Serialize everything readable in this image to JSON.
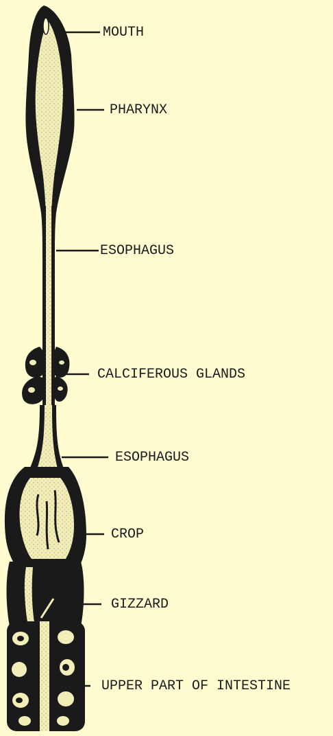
{
  "diagram": {
    "background_color": "#fdfbcf",
    "ink_color": "#1a1a1a",
    "fill_color": "#f3eeb8",
    "labels": [
      {
        "id": "mouth",
        "text": "MOUTH"
      },
      {
        "id": "pharynx",
        "text": "PHARYNX"
      },
      {
        "id": "esophagus-upper",
        "text": "ESOPHAGUS"
      },
      {
        "id": "calciferous-glands",
        "text": "CALCIFEROUS GLANDS"
      },
      {
        "id": "esophagus-lower",
        "text": "ESOPHAGUS"
      },
      {
        "id": "crop",
        "text": "CROP"
      },
      {
        "id": "gizzard",
        "text": "GIZZARD"
      },
      {
        "id": "upper-intestine",
        "text": "UPPER PART OF INTESTINE"
      }
    ]
  }
}
